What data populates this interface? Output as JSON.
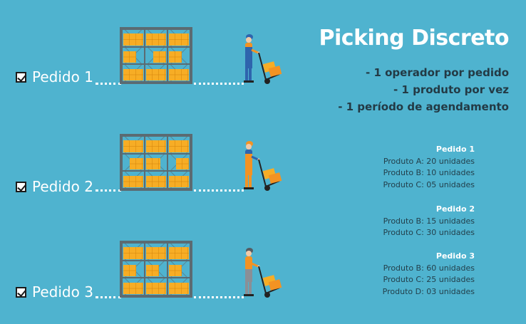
{
  "title": "Picking Discreto",
  "rules": [
    "- 1 operador por pedido",
    "- 1 produto por vez",
    "- 1 período de agendamento"
  ],
  "rows": [
    {
      "label": "Pedido 1",
      "worker_color": "#2e64ad",
      "worker_cap": "#2e64ad"
    },
    {
      "label": "Pedido 2",
      "worker_color": "#f39323",
      "worker_cap": "#f39323"
    },
    {
      "label": "Pedido 3",
      "worker_color": "#8a8f96",
      "worker_cap": "#555c63"
    }
  ],
  "orders": [
    {
      "header": "Pedido 1",
      "items": [
        "Produto A: 20 unidades",
        "Produto B: 10 unidades",
        "Produto C: 05 unidades"
      ]
    },
    {
      "header": "Pedido 2",
      "items": [
        "Produto B: 15 unidades",
        "Produto C: 30 unidades"
      ]
    },
    {
      "header": "Pedido 3",
      "items": [
        "Produto B: 60 unidades",
        "Produto C: 25 unidades",
        "Produto D: 03 unidades"
      ]
    }
  ],
  "colors": {
    "background": "#4fb3cf",
    "box": "#f7ad25",
    "rack": "#5b6b72",
    "title": "#ffffff",
    "rules_text": "#233a45"
  }
}
